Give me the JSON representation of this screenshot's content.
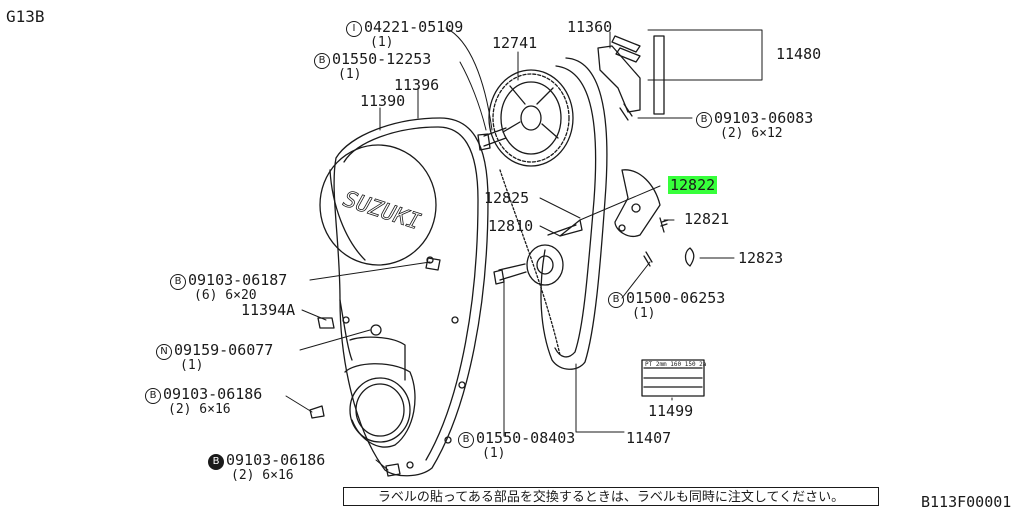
{
  "model_code": "G13B",
  "diagram_id": "B113F00001",
  "notice": "ラベルの貼ってある部品を交換するときは、ラベルも同時に注文してください。",
  "highlight_color": "#37ff3b",
  "cover_text": "SUZUKI",
  "label_sheet_text": "PT 2mm 160 150 2a",
  "parts": [
    {
      "id": "p04221",
      "badge": "I",
      "number": "04221-05109",
      "qty": "(1)"
    },
    {
      "id": "p12741",
      "number": "12741"
    },
    {
      "id": "p11360",
      "number": "11360"
    },
    {
      "id": "p11480",
      "number": "11480"
    },
    {
      "id": "p01550a",
      "badge": "B",
      "number": "01550-12253",
      "qty": "(1)"
    },
    {
      "id": "p11396",
      "number": "11396"
    },
    {
      "id": "p11390",
      "number": "11390"
    },
    {
      "id": "p09103a",
      "badge": "B",
      "number": "09103-06083",
      "qty": "(2) 6×12"
    },
    {
      "id": "p12822",
      "number": "12822",
      "highlighted": true
    },
    {
      "id": "p12825",
      "number": "12825"
    },
    {
      "id": "p12821",
      "number": "12821"
    },
    {
      "id": "p12810",
      "number": "12810"
    },
    {
      "id": "p12823",
      "number": "12823"
    },
    {
      "id": "p09103b",
      "badge": "B",
      "number": "09103-06187",
      "qty": "(6) 6×20"
    },
    {
      "id": "p01500",
      "badge": "B",
      "number": "01500-06253",
      "qty": "(1)"
    },
    {
      "id": "p11394a",
      "number": "11394A"
    },
    {
      "id": "p09159",
      "badge": "N",
      "number": "09159-06077",
      "qty": "(1)"
    },
    {
      "id": "p11499",
      "number": "11499"
    },
    {
      "id": "p09103c",
      "badge": "B",
      "number": "09103-06186",
      "qty": "(2) 6×16"
    },
    {
      "id": "p01550b",
      "badge": "B",
      "number": "01550-08403",
      "qty": "(1)"
    },
    {
      "id": "p11407",
      "number": "11407"
    },
    {
      "id": "p09103d",
      "badge": "B",
      "badge_filled": true,
      "number": "09103-06186",
      "qty": "(2) 6×16"
    }
  ]
}
